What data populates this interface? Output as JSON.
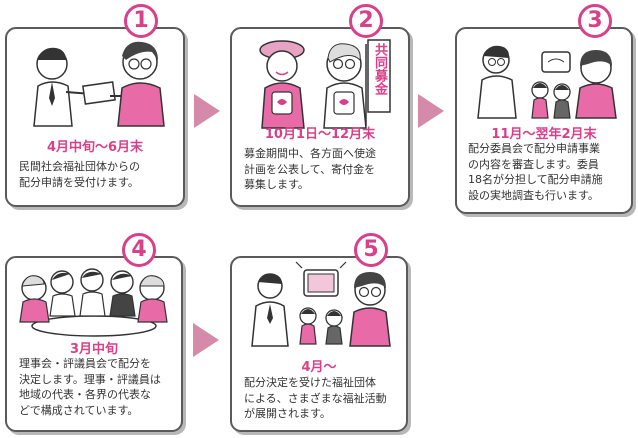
{
  "steps": [
    {
      "number": "1",
      "date": "4月中旬〜6月末",
      "lines": [
        "民間社会福祉団体からの",
        "配分申請を受付けます。"
      ]
    },
    {
      "number": "2",
      "date": "10月1日〜12月末",
      "lines": [
        "募金期間中、各方面へ使途",
        "計画を公表して、寄付金を",
        "募集します。"
      ],
      "banner": "共同募金"
    },
    {
      "number": "3",
      "date": "11月〜翌年2月末",
      "lines": [
        "配分委員会で配分申請事業",
        "の内容を審査します。委員",
        "18名が分担して配分申請施",
        "設の実地調査も行います。"
      ]
    },
    {
      "number": "4",
      "date": "3月中旬",
      "lines": [
        "理事会・評議員会で配分を",
        "決定します。理事・評議員は",
        "地域の代表・各界の代表な",
        "どで構成されています。"
      ]
    },
    {
      "number": "5",
      "date": "4月〜",
      "lines": [
        "配分決定を受けた福祉団体",
        "による、さまざまな福祉活動",
        "が展開されます。"
      ]
    }
  ],
  "colors": {
    "accent": "#d9408a",
    "arrow": "#d48aa8",
    "border": "#5a5a5a"
  }
}
